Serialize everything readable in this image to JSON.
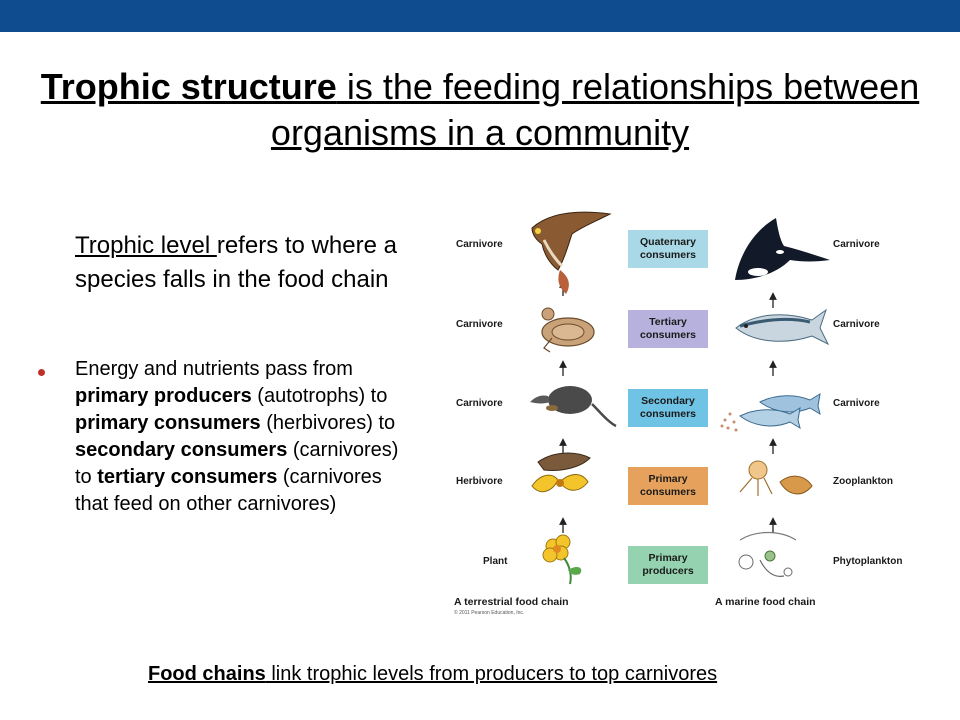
{
  "title": {
    "bold": "Trophic structure",
    "rest": " is the feeding relationships between organisms in a community"
  },
  "lead": {
    "term": "Trophic level ",
    "rest": "refers to where a species falls in the food chain"
  },
  "bullet": {
    "p1": "Energy and nutrients pass from ",
    "b1": "primary producers",
    "p2": " (autotrophs) to ",
    "b2": "primary consumers",
    "p3": " (herbivores) to ",
    "b3": "secondary consumers",
    "p4": " (carnivores) to ",
    "b4": "tertiary consumers",
    "p5": " (carnivores that feed on other carnivores)"
  },
  "footer": {
    "bold": "Food chains",
    "rest": " link trophic levels from producers to top carnivores"
  },
  "diagram": {
    "left_labels": [
      "Carnivore",
      "Carnivore",
      "Carnivore",
      "Herbivore",
      "Plant"
    ],
    "right_labels": [
      "Carnivore",
      "Carnivore",
      "Carnivore",
      "Zooplankton",
      "Phytoplankton"
    ],
    "levels": [
      {
        "line1": "Quaternary",
        "line2": "consumers",
        "color": "#a9d9e6"
      },
      {
        "line1": "Tertiary",
        "line2": "consumers",
        "color": "#b7b1dd"
      },
      {
        "line1": "Secondary",
        "line2": "consumers",
        "color": "#6fc3e4"
      },
      {
        "line1": "Primary",
        "line2": "consumers",
        "color": "#e6a25c"
      },
      {
        "line1": "Primary",
        "line2": "producers",
        "color": "#95d3b0"
      }
    ],
    "left_caption": "A terrestrial food chain",
    "right_caption": "A marine food chain",
    "copyright": "© 2011 Pearson Education, Inc.",
    "left_organisms": [
      "hawk-icon",
      "snake-icon",
      "shrew-icon",
      "grasshopper-icon",
      "flower-icon"
    ],
    "right_organisms": [
      "orca-icon",
      "tuna-icon",
      "fish-icon",
      "zooplankton-icon",
      "phytoplankton-icon"
    ]
  },
  "colors": {
    "topbar": "#0f4c8f",
    "bullet": "#c0302a"
  }
}
